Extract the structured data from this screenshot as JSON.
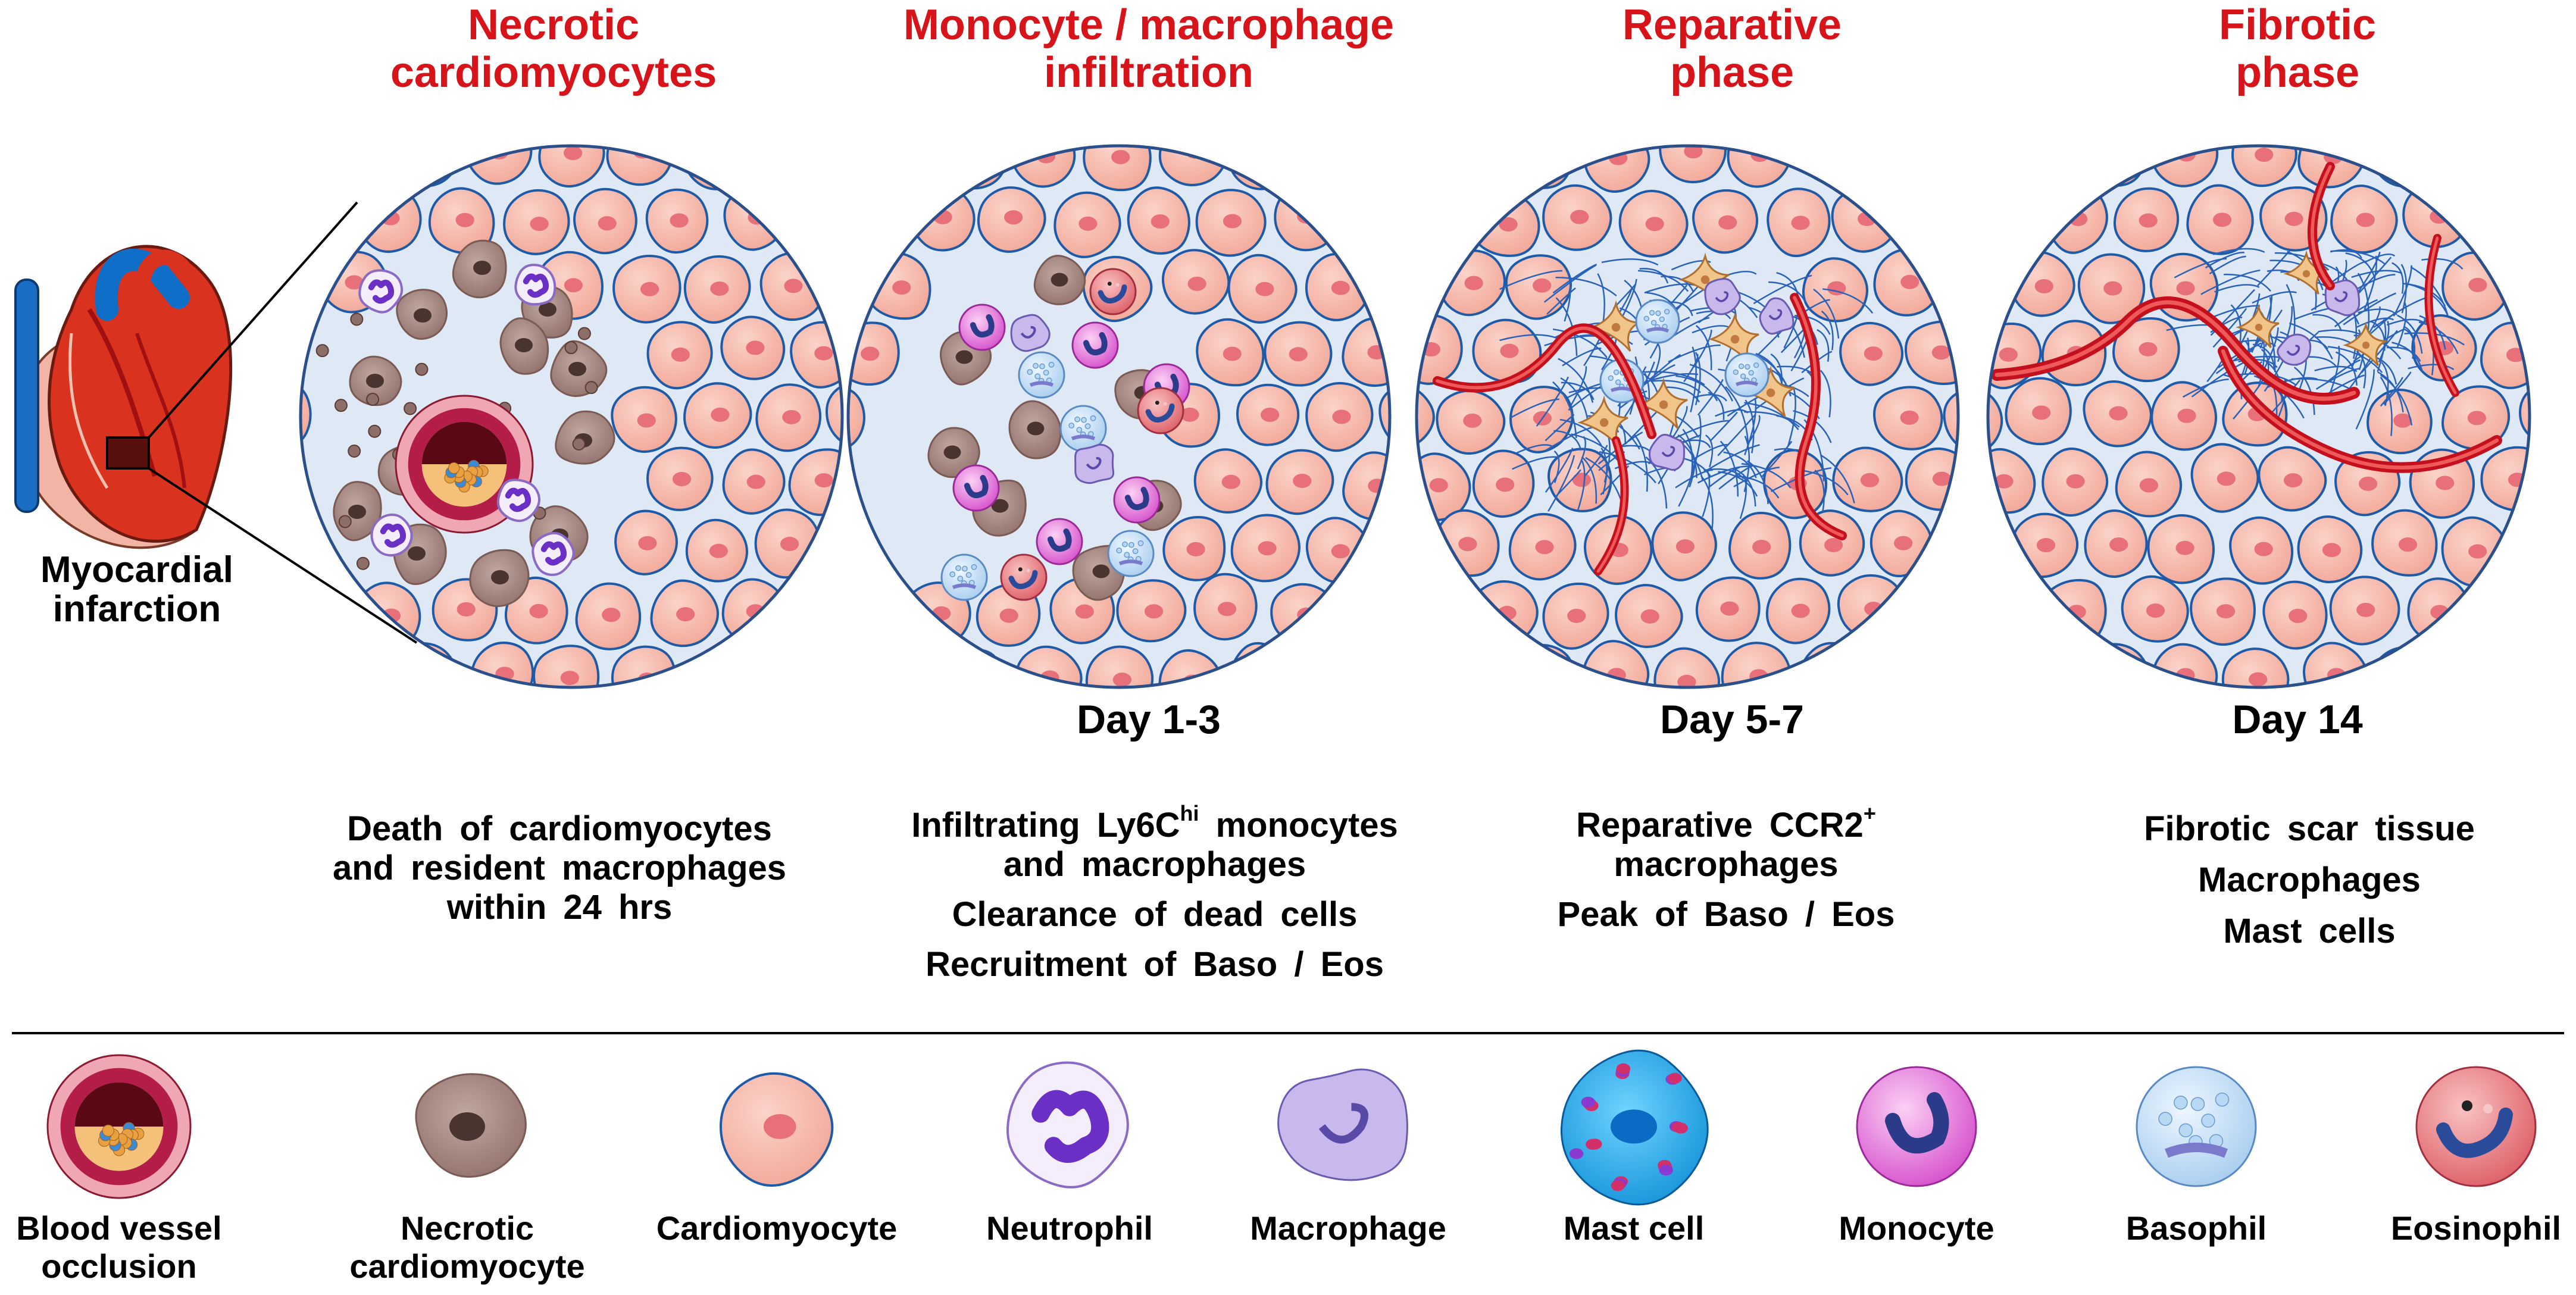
{
  "heart": {
    "label_line1": "Myocardial",
    "label_line2": "infarction"
  },
  "stages": [
    {
      "id": "necrotic",
      "title": [
        "Necrotic",
        "cardiomyocytes"
      ],
      "day": "",
      "description": [
        "Death of cardiomyocytes",
        "and resident macrophages",
        "within 24 hrs"
      ]
    },
    {
      "id": "infiltration",
      "title": [
        "Monocyte / macrophage",
        "infiltration"
      ],
      "day": "Day 1-3",
      "description_line1_prefix": "Infiltrating Ly6C",
      "description_line1_sup": "hi",
      "description_line1_suffix": " monocytes",
      "description": [
        "and macrophages",
        "Clearance of dead cells",
        "Recruitment of Baso / Eos"
      ]
    },
    {
      "id": "reparative",
      "title": [
        "Reparative",
        "phase"
      ],
      "day": "Day 5-7",
      "description_line1_prefix": "Reparative CCR2",
      "description_line1_sup": "+",
      "description": [
        "macrophages",
        "Peak of Baso / Eos"
      ]
    },
    {
      "id": "fibrotic",
      "title": [
        "Fibrotic",
        "phase"
      ],
      "day": "Day 14",
      "description": [
        "Fibrotic scar tissue",
        "Macrophages",
        "Mast cells"
      ]
    }
  ],
  "legend": [
    {
      "id": "vessel",
      "label": [
        "Blood vessel",
        "occlusion"
      ]
    },
    {
      "id": "necro",
      "label": [
        "Necrotic",
        "cardiomyocyte"
      ]
    },
    {
      "id": "cardio",
      "label": [
        "Cardiomyocyte"
      ]
    },
    {
      "id": "neutrophil",
      "label": [
        "Neutrophil"
      ]
    },
    {
      "id": "macrophage",
      "label": [
        "Macrophage"
      ]
    },
    {
      "id": "mast",
      "label": [
        "Mast cell"
      ]
    },
    {
      "id": "monocyte",
      "label": [
        "Monocyte"
      ]
    },
    {
      "id": "basophil",
      "label": [
        "Basophil"
      ]
    },
    {
      "id": "eosinophil",
      "label": [
        "Eosinophil"
      ]
    }
  ],
  "colors": {
    "title_red": "#d8141b",
    "cell_fill": "#f6b9ad",
    "cell_nucleus": "#e8707a",
    "tissue_blue": "#1d5aa8",
    "necrotic_brown": "#a5857e",
    "scar_red": "#c4101c",
    "macrophage": "#b8a8e0",
    "neutrophil": "#6a2fc4",
    "monocyte": "#e070d8",
    "basophil": "#cfe4f8",
    "eosinophil": "#e88086",
    "mast": "#1aa3e8"
  }
}
